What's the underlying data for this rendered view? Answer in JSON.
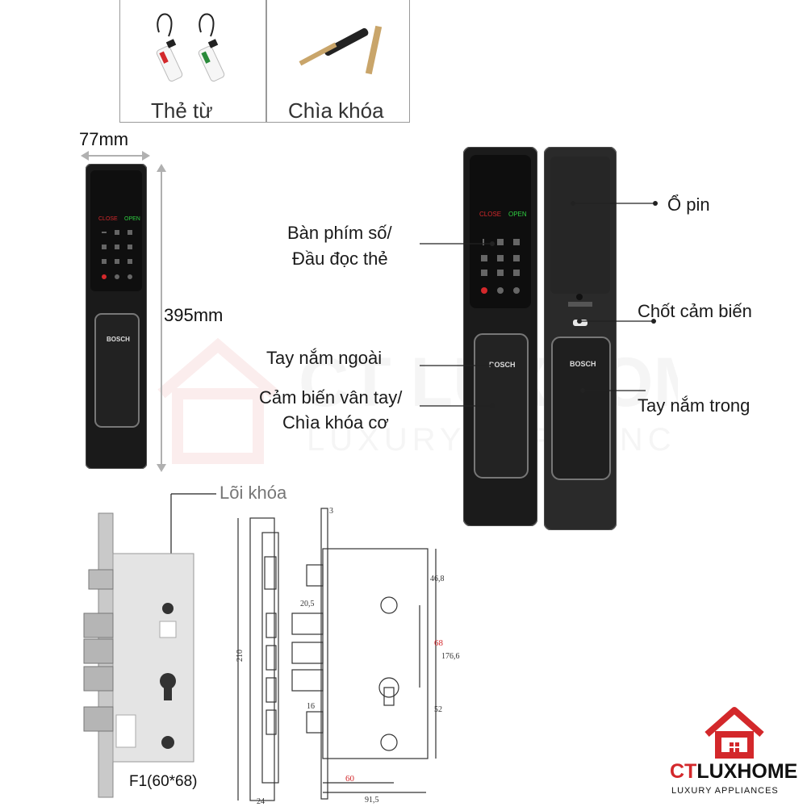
{
  "accessories": [
    {
      "label": "Thẻ từ",
      "icon": "rfid-card-tags-icon"
    },
    {
      "label": "Chìa khóa",
      "icon": "mechanical-key-icon"
    }
  ],
  "dimensions": {
    "width": "77mm",
    "height": "395mm"
  },
  "keypad": {
    "close": "CLOSE",
    "open": "OPEN"
  },
  "brand_badge": "BOSCH",
  "callouts": {
    "keypad": "Bàn phím số/",
    "card_reader": "Đầu đọc thẻ",
    "outer_handle": "Tay nắm ngoài",
    "fingerprint": "Cảm biến vân tay/",
    "mech_key": "Chìa khóa cơ",
    "battery": "Ổ pin",
    "sensor_latch": "Chốt cảm biến",
    "inner_handle": "Tay nắm trong"
  },
  "lock_core": {
    "label": "Lõi khóa",
    "model": "F1(60*68)"
  },
  "drawing_dims": {
    "d3": "3",
    "d46_8": "46,8",
    "d20_5": "20,5",
    "d68": "68",
    "d176_6": "176,6",
    "d52": "52",
    "d16": "16",
    "d60": "60",
    "d91_5": "91,5",
    "d24": "24",
    "d210": "210"
  },
  "logo": {
    "ct": "CT",
    "lux": "LUXHOME",
    "tagline": "LUXURY APPLIANCES",
    "accent": "#d3282b"
  },
  "watermark": {
    "line1": "CT LUXHOME",
    "line2": "LUXURY APPLIANCES"
  }
}
